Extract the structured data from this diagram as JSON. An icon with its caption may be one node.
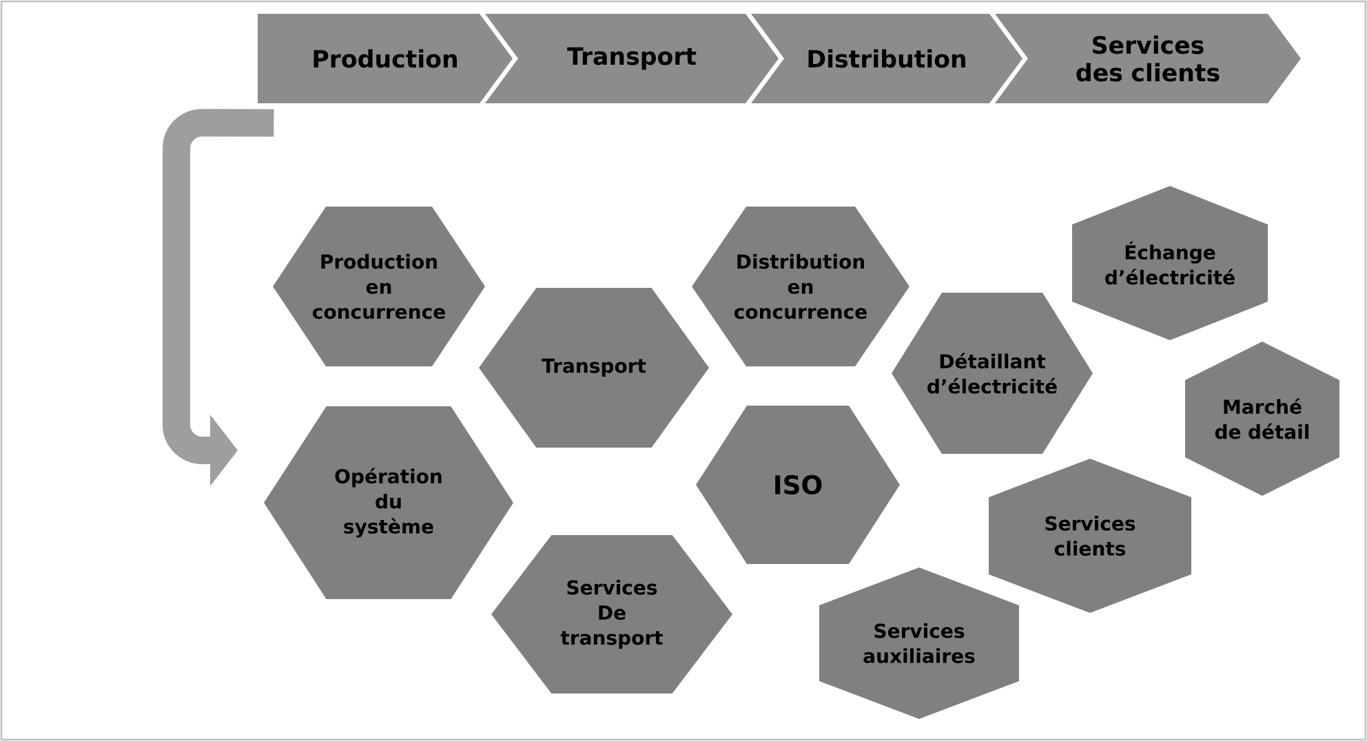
{
  "diagram": {
    "nodes": [
      {
        "text": [
          "Production"
        ]
      },
      {
        "text": [
          "Transport"
        ]
      },
      {
        "text": [
          "Distribution"
        ]
      },
      {
        "text": [
          "Services des clients"
        ]
      },
      {
        "text": [
          "Échange d’électricité"
        ]
      },
      {
        "text": [
          "Production en concurrence"
        ]
      },
      {
        "text": [
          "Distribution en concurrence"
        ]
      },
      {
        "text": [
          "Transport"
        ]
      },
      {
        "text": [
          "Détaillant d’électricité"
        ]
      },
      {
        "text": [
          "Marché de détail"
        ]
      },
      {
        "text": [
          "Opération du système"
        ]
      },
      {
        "text": [
          "ISO"
        ]
      },
      {
        "text": [
          "Services clients"
        ]
      },
      {
        "text": [
          "Services De transport"
        ]
      },
      {
        "text": [
          "Services auxiliaires"
        ]
      }
    ],
    "edges": [
      {
        "from": 0,
        "to": 10,
        "arrow": "to"
      }
    ]
  }
}
